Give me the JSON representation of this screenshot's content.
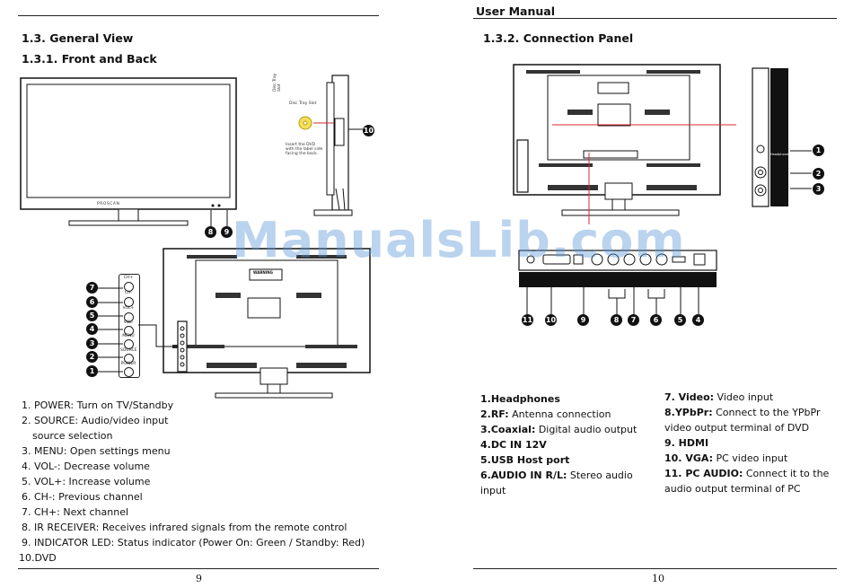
{
  "left_page": {
    "section_title": "1.3.  General View",
    "subsection_title": "1.3.1.    Front and Back",
    "diagram": {
      "front_brand": "PROSCAN",
      "side_annotation_vertical": "Disc Tray Slot",
      "disc_tray_slot": "Disc Tray Slot",
      "insert_note": "Insert the DVD with the label side facing the back.",
      "side_buttons": [
        "CH+",
        "CH-",
        "VOL+",
        "VOL-",
        "MENU",
        "SOURCE",
        "POWER"
      ],
      "side_callouts": [
        "7",
        "6",
        "5",
        "4",
        "3",
        "2",
        "1"
      ],
      "front_callouts": [
        "8",
        "9"
      ],
      "dvd_callout": "10",
      "warning_label": "WARNING"
    },
    "items": [
      {
        "num": "1.",
        "label": "POWER:",
        "text": " Turn on TV/Standby"
      },
      {
        "num": "2.",
        "label": "SOURCE:",
        "text": " Audio/video input"
      },
      {
        "num": "",
        "label": "",
        "text": "source selection"
      },
      {
        "num": "3.",
        "label": "MENU:",
        "text": " Open settings menu"
      },
      {
        "num": "4.",
        "label": "VOL-:",
        "text": " Decrease volume"
      },
      {
        "num": "5.",
        "label": "VOL+:",
        "text": " Increase volume"
      },
      {
        "num": "6.",
        "label": "CH-:",
        "text": " Previous channel"
      },
      {
        "num": "7.",
        "label": "CH+:",
        "text": " Next channel"
      },
      {
        "num": "8.",
        "label": "IR RECEIVER:",
        "text": " Receives infrared signals from the remote control"
      },
      {
        "num": "9.",
        "label": "INDICATOR LED:",
        "text": " Status indicator (Power On: Green / Standby: Red)"
      },
      {
        "num": "10.",
        "label": "DVD",
        "text": ""
      }
    ],
    "page_number": "9"
  },
  "right_page": {
    "header": "User Manual",
    "subsection_title": "1.3.2.    Connection Panel",
    "diagram": {
      "bottom_callouts": [
        "11",
        "10",
        "9",
        "8",
        "7",
        "6",
        "5",
        "4"
      ],
      "side_callouts": [
        "1",
        "2",
        "3"
      ],
      "side_label": "Headphones"
    },
    "col1": [
      {
        "label": "1.Headphones",
        "text": ""
      },
      {
        "label": "2.RF:",
        "text": " Antenna connection"
      },
      {
        "label": "3.Coaxial:",
        "text": " Digital audio output"
      },
      {
        "label": "4.DC IN 12V",
        "text": ""
      },
      {
        "label": "5.USB Host port",
        "text": ""
      },
      {
        "label": "6.AUDIO IN R/L:",
        "text": "  Stereo audio"
      },
      {
        "label": "",
        "text": "input"
      }
    ],
    "col2": [
      {
        "label": "7. Video:",
        "text": "  Video input"
      },
      {
        "label": "8.YPbPr:",
        "text": "  Connect to the YPbPr"
      },
      {
        "label": "",
        "text": " video output terminal of DVD"
      },
      {
        "label": "9. HDMI",
        "text": ""
      },
      {
        "label": "10. VGA:",
        "text": " PC video input"
      },
      {
        "label": "11. PC AUDIO:",
        "text": " Connect it to the"
      },
      {
        "label": "",
        "text": " audio output terminal of PC"
      }
    ],
    "page_number": "10"
  },
  "watermark": "ManualsLib.com"
}
